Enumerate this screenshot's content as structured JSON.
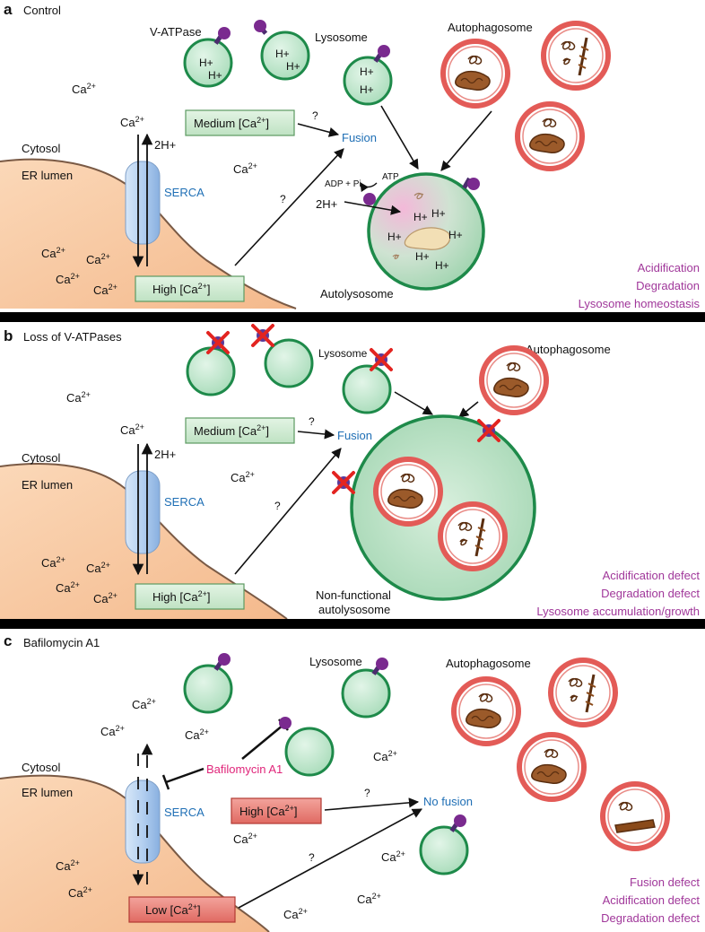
{
  "colors": {
    "cytosol_er": "#f7c9a0",
    "lysosome_fill": "#b9e3c5",
    "lysosome_stroke": "#1e8a4a",
    "vatpase": "#7a2a8f",
    "autophagosome_ring": "#e35b57",
    "box_green": "#cde9d0",
    "box_red": "#e8736b",
    "serca": "#a8c8ec",
    "divider": "#000000"
  },
  "panel_a": {
    "letter": "a",
    "title": "Control",
    "vatpase_label": "V-ATPase",
    "lysosome_label": "Lysosome",
    "autophagosome_label": "Autophagosome",
    "ca": "Ca",
    "sup": "2+",
    "proton": "H+",
    "two_h": "2H+",
    "cytosol": "Cytosol",
    "er_lumen": "ER lumen",
    "serca": "SERCA",
    "medium_box": "Medium [Ca",
    "high_box": "High [Ca",
    "box_close": "]",
    "question": "?",
    "fusion": "Fusion",
    "adp": "ADP + Pi",
    "atp": "ATP",
    "autolysosome": "Autolysosome",
    "outcomes": [
      "Acidification",
      "Degradation",
      "Lysosome homeostasis"
    ]
  },
  "panel_b": {
    "letter": "b",
    "title": "Loss of V-ATPases",
    "lysosome_label": "Lysosome",
    "autophagosome_label": "Autophagosome",
    "cytosol": "Cytosol",
    "er_lumen": "ER lumen",
    "serca": "SERCA",
    "two_h": "2H+",
    "medium_box": "Medium [Ca",
    "high_box": "High [Ca",
    "fusion": "Fusion",
    "nonfunctional_1": "Non-functional",
    "nonfunctional_2": "autolysosome",
    "outcomes": [
      "Acidification defect",
      "Degradation defect",
      "Lysosome accumulation/growth"
    ]
  },
  "panel_c": {
    "letter": "c",
    "title": "Bafilomycin A1",
    "lysosome_label": "Lysosome",
    "autophagosome_label": "Autophagosome",
    "cytosol": "Cytosol",
    "er_lumen": "ER lumen",
    "serca": "SERCA",
    "bafilomycin": "Bafilomycin A1",
    "high_box": "High [Ca",
    "low_box": "Low [Ca",
    "no_fusion": "No fusion",
    "outcomes": [
      "Fusion defect",
      "Acidification defect",
      "Degradation defect"
    ]
  }
}
